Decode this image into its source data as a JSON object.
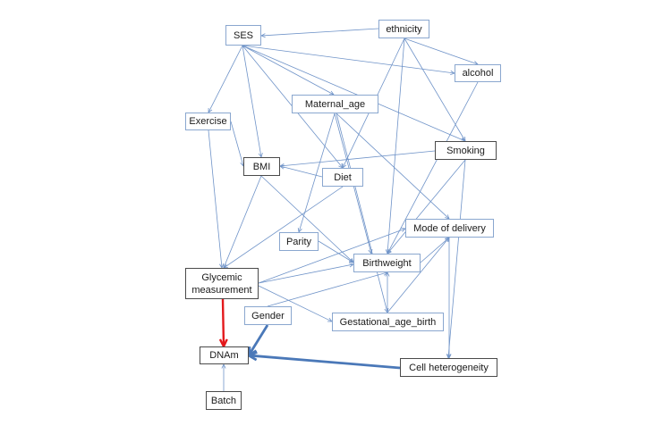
{
  "diagram": {
    "type": "directed-acyclic-graph",
    "colors": {
      "edge_default": "#6f93c8",
      "edge_highlight_red": "#e3191c",
      "edge_highlight_blue": "#4a78b8",
      "box_border_blue": "#8aa7cf",
      "box_border_dark": "#4a4a4a"
    },
    "nodes": [
      {
        "id": "ses",
        "label": "SES",
        "style": "blue"
      },
      {
        "id": "ethnicity",
        "label": "ethnicity",
        "style": "blue"
      },
      {
        "id": "alcohol",
        "label": "alcohol",
        "style": "blue"
      },
      {
        "id": "maternal_age",
        "label": "Maternal_age",
        "style": "blue"
      },
      {
        "id": "exercise",
        "label": "Exercise",
        "style": "blue"
      },
      {
        "id": "smoking",
        "label": "Smoking",
        "style": "dark"
      },
      {
        "id": "bmi",
        "label": "BMI",
        "style": "dark"
      },
      {
        "id": "diet",
        "label": "Diet",
        "style": "blue"
      },
      {
        "id": "mode_of_delivery",
        "label": "Mode of delivery",
        "style": "blue"
      },
      {
        "id": "parity",
        "label": "Parity",
        "style": "blue"
      },
      {
        "id": "birthweight",
        "label": "Birthweight",
        "style": "blue"
      },
      {
        "id": "glycemic",
        "label": "Glycemic measurement",
        "style": "dark"
      },
      {
        "id": "gender",
        "label": "Gender",
        "style": "blue"
      },
      {
        "id": "gestational_age_birth",
        "label": "Gestational_age_birth",
        "style": "blue"
      },
      {
        "id": "dnam",
        "label": "DNAm",
        "style": "dark"
      },
      {
        "id": "cell_heterogeneity",
        "label": "Cell heterogeneity",
        "style": "dark"
      },
      {
        "id": "batch",
        "label": "Batch",
        "style": "dark"
      }
    ],
    "edges": [
      {
        "from": "ethnicity",
        "to": "ses",
        "style": "default"
      },
      {
        "from": "ethnicity",
        "to": "alcohol",
        "style": "default"
      },
      {
        "from": "ethnicity",
        "to": "smoking",
        "style": "default"
      },
      {
        "from": "ethnicity",
        "to": "diet",
        "style": "default"
      },
      {
        "from": "ethnicity",
        "to": "birthweight",
        "style": "default"
      },
      {
        "from": "ses",
        "to": "alcohol",
        "style": "default"
      },
      {
        "from": "ses",
        "to": "smoking",
        "style": "default"
      },
      {
        "from": "ses",
        "to": "maternal_age",
        "style": "default"
      },
      {
        "from": "ses",
        "to": "exercise",
        "style": "default"
      },
      {
        "from": "ses",
        "to": "bmi",
        "style": "default"
      },
      {
        "from": "ses",
        "to": "diet",
        "style": "default"
      },
      {
        "from": "maternal_age",
        "to": "parity",
        "style": "default"
      },
      {
        "from": "maternal_age",
        "to": "birthweight",
        "style": "default"
      },
      {
        "from": "maternal_age",
        "to": "mode_of_delivery",
        "style": "default"
      },
      {
        "from": "maternal_age",
        "to": "gestational_age_birth",
        "style": "default"
      },
      {
        "from": "alcohol",
        "to": "birthweight",
        "style": "default"
      },
      {
        "from": "exercise",
        "to": "bmi",
        "style": "default"
      },
      {
        "from": "exercise",
        "to": "glycemic",
        "style": "default"
      },
      {
        "from": "smoking",
        "to": "bmi",
        "style": "default"
      },
      {
        "from": "smoking",
        "to": "birthweight",
        "style": "default"
      },
      {
        "from": "smoking",
        "to": "cell_heterogeneity",
        "style": "default"
      },
      {
        "from": "diet",
        "to": "bmi",
        "style": "default"
      },
      {
        "from": "diet",
        "to": "glycemic",
        "style": "default"
      },
      {
        "from": "bmi",
        "to": "glycemic",
        "style": "default"
      },
      {
        "from": "bmi",
        "to": "birthweight",
        "style": "default"
      },
      {
        "from": "parity",
        "to": "birthweight",
        "style": "default"
      },
      {
        "from": "glycemic",
        "to": "birthweight",
        "style": "default"
      },
      {
        "from": "glycemic",
        "to": "mode_of_delivery",
        "style": "default"
      },
      {
        "from": "glycemic",
        "to": "gestational_age_birth",
        "style": "default"
      },
      {
        "from": "gender",
        "to": "birthweight",
        "style": "default"
      },
      {
        "from": "gestational_age_birth",
        "to": "birthweight",
        "style": "default"
      },
      {
        "from": "gestational_age_birth",
        "to": "mode_of_delivery",
        "style": "default"
      },
      {
        "from": "birthweight",
        "to": "mode_of_delivery",
        "style": "default"
      },
      {
        "from": "mode_of_delivery",
        "to": "cell_heterogeneity",
        "style": "default"
      },
      {
        "from": "glycemic",
        "to": "dnam",
        "style": "red"
      },
      {
        "from": "gender",
        "to": "dnam",
        "style": "thick-blue"
      },
      {
        "from": "cell_heterogeneity",
        "to": "dnam",
        "style": "thick-blue"
      },
      {
        "from": "batch",
        "to": "dnam",
        "style": "default"
      }
    ]
  }
}
